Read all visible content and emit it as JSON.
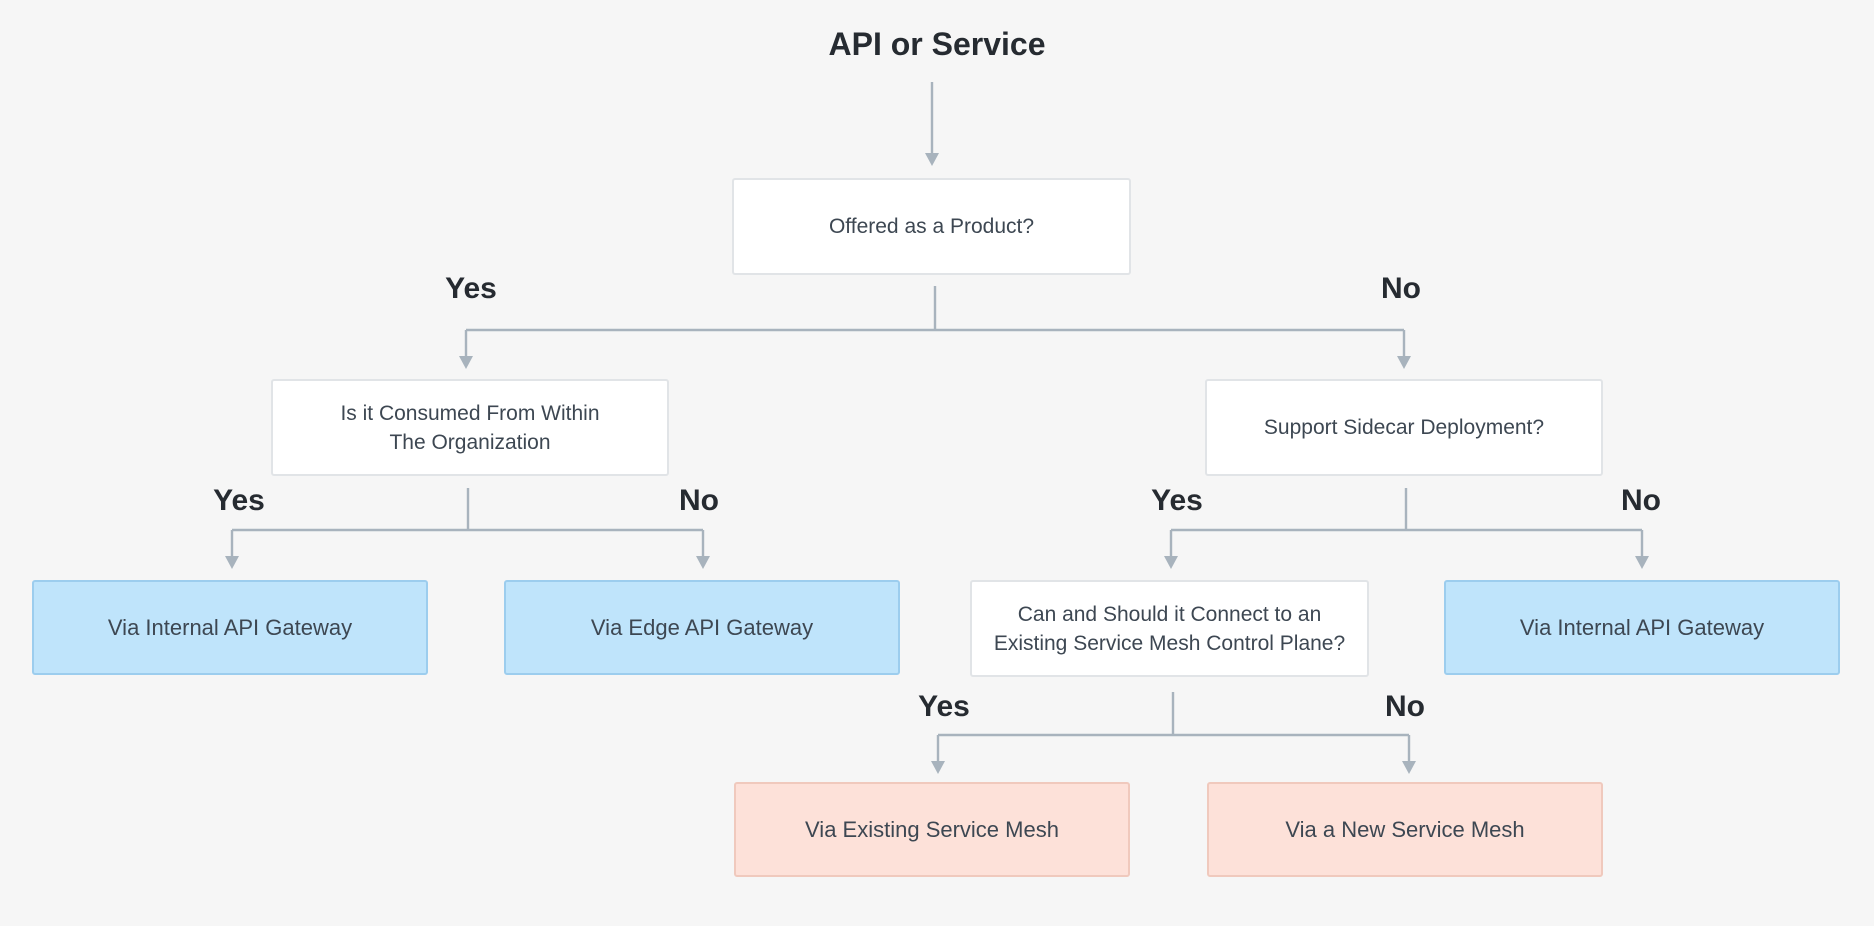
{
  "title": "API or Service",
  "colors": {
    "background": "#f6f6f6",
    "connector": "#a8b3bd",
    "decision_fill": "#ffffff",
    "gateway_fill": "#bfe4fb",
    "mesh_fill": "#fde1d9"
  },
  "nodes": {
    "offered": "Offered as a Product?",
    "consumed": "Is it Consumed From Within\nThe Organization",
    "sidecar": "Support Sidecar Deployment?",
    "internal_gateway_left": "Via Internal API Gateway",
    "edge_gateway": "Via Edge API Gateway",
    "connect_mesh": "Can and Should it Connect to an\nExisting Service Mesh Control Plane?",
    "internal_gateway_right": "Via Internal API Gateway",
    "existing_mesh": "Via Existing Service Mesh",
    "new_mesh": "Via a New Service Mesh"
  },
  "branches": {
    "product_yes": "Yes",
    "product_no": "No",
    "consumed_yes": "Yes",
    "consumed_no": "No",
    "sidecar_yes": "Yes",
    "sidecar_no": "No",
    "connect_yes": "Yes",
    "connect_no": "No"
  },
  "edges": [
    {
      "from": "title",
      "to": "offered"
    },
    {
      "from": "offered",
      "to": "consumed",
      "label": "Yes"
    },
    {
      "from": "offered",
      "to": "sidecar",
      "label": "No"
    },
    {
      "from": "consumed",
      "to": "internal_gateway_left",
      "label": "Yes"
    },
    {
      "from": "consumed",
      "to": "edge_gateway",
      "label": "No"
    },
    {
      "from": "sidecar",
      "to": "connect_mesh",
      "label": "Yes"
    },
    {
      "from": "sidecar",
      "to": "internal_gateway_right",
      "label": "No"
    },
    {
      "from": "connect_mesh",
      "to": "existing_mesh",
      "label": "Yes"
    },
    {
      "from": "connect_mesh",
      "to": "new_mesh",
      "label": "No"
    }
  ]
}
